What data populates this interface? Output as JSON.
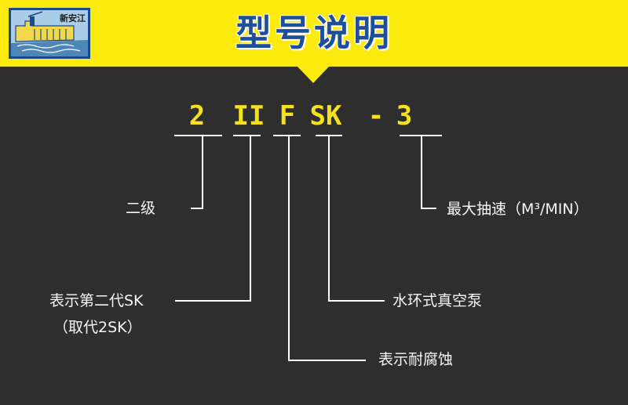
{
  "header": {
    "title": "型号说明",
    "logo_text": "新安江",
    "background_color": "#fdea0f",
    "title_color": "#1d4f9a"
  },
  "model_code": {
    "parts": [
      "2",
      "II",
      "F",
      "SK",
      "-",
      "3"
    ],
    "code_color": "#f6e21a"
  },
  "labels": {
    "stage": "二级",
    "max_speed": "最大抽速（M³/MIN）",
    "second_gen_line1": "表示第二代SK",
    "second_gen_line2": "（取代2SK）",
    "water_ring": "水环式真空泵",
    "corrosion": "表示耐腐蚀"
  },
  "colors": {
    "background": "#2e2e2e",
    "text": "#f5f5f5",
    "line": "#ffffff"
  }
}
